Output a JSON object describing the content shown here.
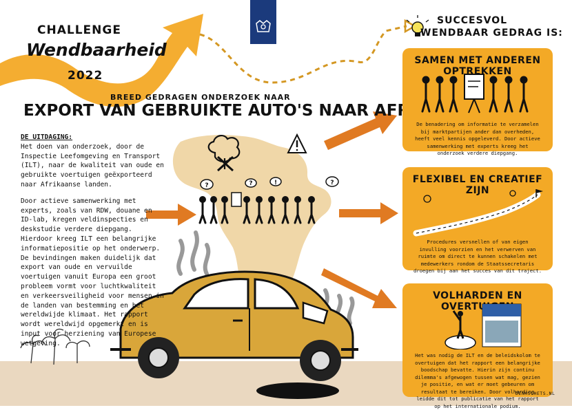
{
  "branding": {
    "logo_icon": "royal-coat-of-arms-icon",
    "logo_color": "#1b3a7c",
    "credit": "DENKSCHETS.NL"
  },
  "challenge": {
    "line": "CHALLENGE",
    "title": "Wendbaarheid",
    "year": "2022"
  },
  "header": {
    "subtitle": "BREED GEDRAGEN ONDERZOEK NAAR",
    "title": "EXPORT VAN GEBRUIKTE AUTO'S NAAR AFRIKA"
  },
  "intro": {
    "heading": "DE UITDAGING:",
    "paragraph1": "Het doen van onderzoek, door de Inspectie Leefomgeving en Transport (ILT), naar de kwaliteit van oude en gebruikte voertuigen geëxporteerd naar Afrikaanse landen.",
    "paragraph2": "Door actieve samenwerking met experts, zoals van RDW, douane en ID-lab, kregen veldinspecties en deskstudie verdere diepgang. Hierdoor kreeg ILT een belangrijke informatiepositie op het onderwerp. De bevindingen maken duidelijk dat export van oude en vervuilde voertuigen vanuit Europa een groot probleem vormt voor luchtkwaliteit en verkeersveiligheid voor mensen in de landen van bestemming en het wereldwijde klimaat. Het rapport wordt wereldwijd opgemerkt en is input voor herziening van Europese wetgeving."
  },
  "success": {
    "line1": "SUCCESVOL",
    "line2": "WENDBAAR GEDRAG IS:"
  },
  "panels": [
    {
      "title": "SAMEN MET ANDEREN OPTREKKEN",
      "text": "De benadering om informatie te verzamelen bij marktpartijen ander dan overheden, heeft veel kennis opgeleverd. Door actieve samenwerking met experts kreeg het onderzoek verdere diepgang."
    },
    {
      "title": "FLEXIBEL EN CREATIEF ZIJN",
      "text": "Procedures versnellen of van eigen invulling voorzien en het verwerven van ruimte om direct te kunnen schakelen met medewerkers rondom de Staatssecretaris droegen bij aan het succes van dit traject."
    },
    {
      "title": "VOLHARDEN EN OVERTUIGEN",
      "text": "Het was nodig de ILT en de beleidskolom te overtuigen dat het rapport een belangrijke boodschap bevatte. Hierin zijn continu dilemma's afgewogen tussen wat mag, gezien je positie, en wat er moet gebeuren om resultaat te bereiken. Door volharding leidde dit tot publicatie van het rapport op het internationale podium."
    }
  ],
  "colors": {
    "accent_orange": "#f3a926",
    "arrow_orange": "#e07a22",
    "car_yellow": "#d9a63a",
    "africa": "#f0d7a8",
    "ground": "#ead8c0"
  }
}
